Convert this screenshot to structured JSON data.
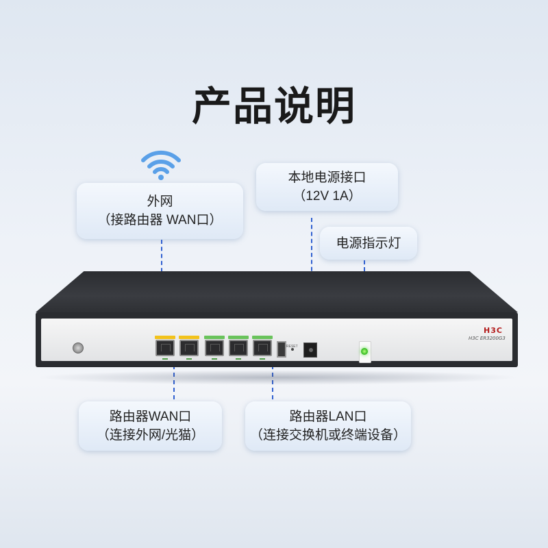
{
  "title": "产品说明",
  "callouts": {
    "external_network": {
      "line1": "外网",
      "line2": "（接路由器 WAN口）"
    },
    "power_port": {
      "line1": "本地电源接口",
      "line2": "（12V 1A）"
    },
    "power_led": {
      "line1": "电源指示灯"
    },
    "router_wan": {
      "line1": "路由器WAN口",
      "line2": "（连接外网/光猫）"
    },
    "router_lan": {
      "line1": "路由器LAN口",
      "line2": "（连接交换机或终端设备）"
    }
  },
  "device": {
    "brand": "H3C",
    "model": "H3C  ER3200G3",
    "reset_label": "RESET"
  },
  "colors": {
    "dashed_line": "#2f5fd0",
    "wifi_icon": "#5aa0e8",
    "led": "#3bbf27",
    "port_label_yellow": "#f2c21b",
    "port_label_green": "#69c35b"
  },
  "icons": {
    "wifi": "wifi-icon"
  }
}
